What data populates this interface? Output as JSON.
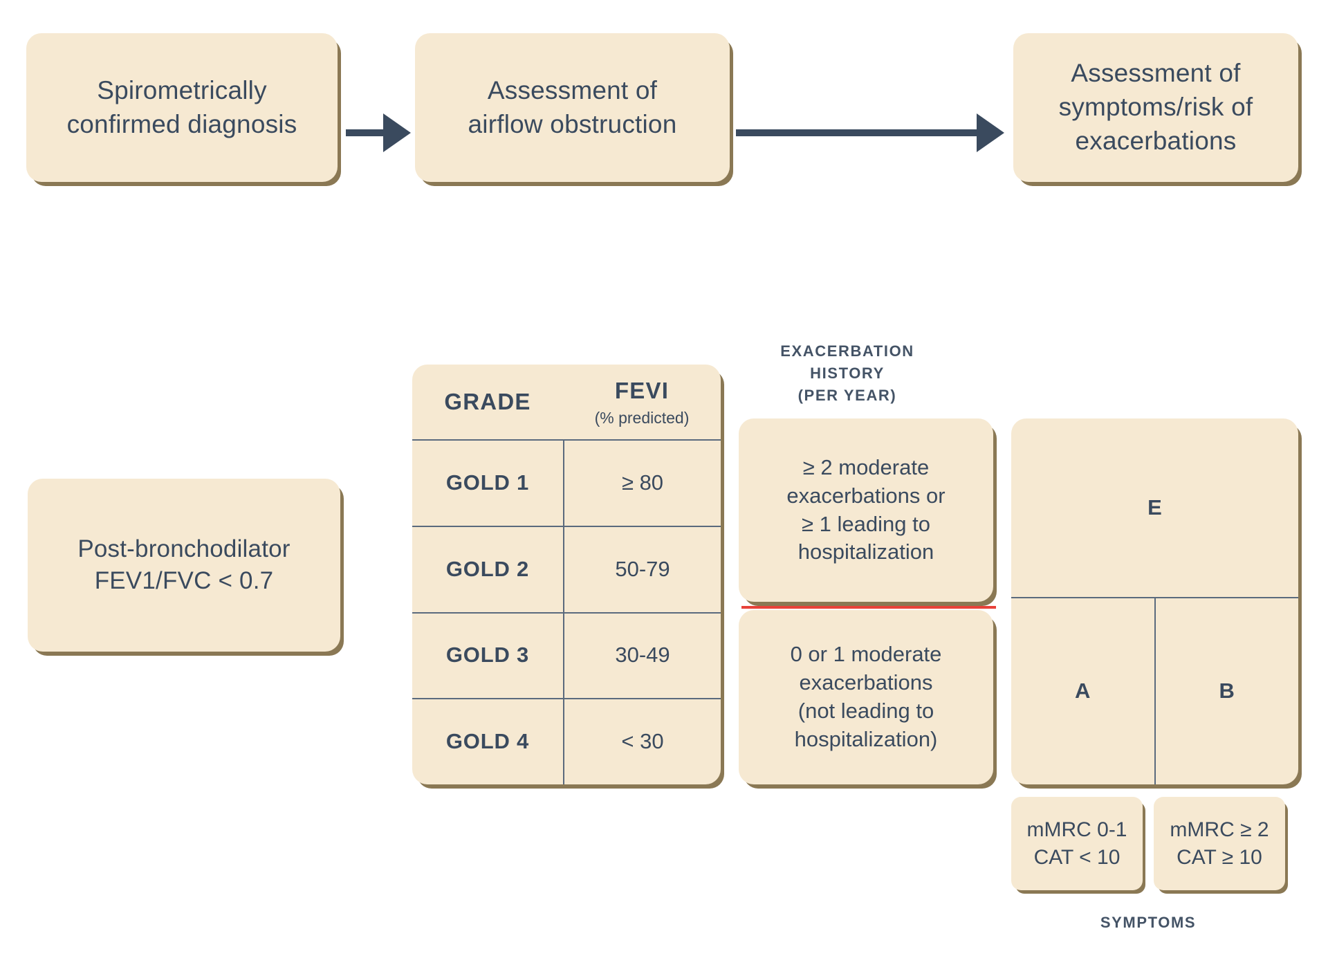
{
  "theme": {
    "card_fill": "#F6E9D2",
    "card_shadow": "#8a7854",
    "text_color": "#3A4A5E",
    "rule_color": "#5A6A7D",
    "divider_red": "#E8423A",
    "background": "#ffffff"
  },
  "flow": {
    "step1": "Spirometrically\nconfirmed diagnosis",
    "step2": "Assessment of\nairflow obstruction",
    "step3": "Assessment of\nsymptoms/risk of\nexacerbations"
  },
  "criteria": {
    "post_bronchodilator": "Post-bronchodilator\nFEV1/FVC < 0.7"
  },
  "grade_table": {
    "header": {
      "grade": "GRADE",
      "fev_title": "FEVI",
      "fev_sub": "(% predicted)"
    },
    "rows": [
      {
        "grade": "GOLD 1",
        "value": "≥ 80"
      },
      {
        "grade": "GOLD 2",
        "value": "50-79"
      },
      {
        "grade": "GOLD 3",
        "value": "30-49"
      },
      {
        "grade": "GOLD 4",
        "value": "< 30"
      }
    ]
  },
  "exacerbation": {
    "axis_label": "EXACERBATION\nHISTORY\n(PER YEAR)",
    "high": "≥ 2 moderate\nexacerbations or\n≥ 1 leading to\nhospitalization",
    "low": "0 or 1 moderate\nexacerbations\n(not leading to\nhospitalization)"
  },
  "abe_grid": {
    "e": "E",
    "a": "A",
    "b": "B"
  },
  "symptoms": {
    "axis_label": "SYMPTOMS",
    "left": "mMRC 0-1\nCAT < 10",
    "right": "mMRC ≥ 2\nCAT ≥ 10"
  }
}
